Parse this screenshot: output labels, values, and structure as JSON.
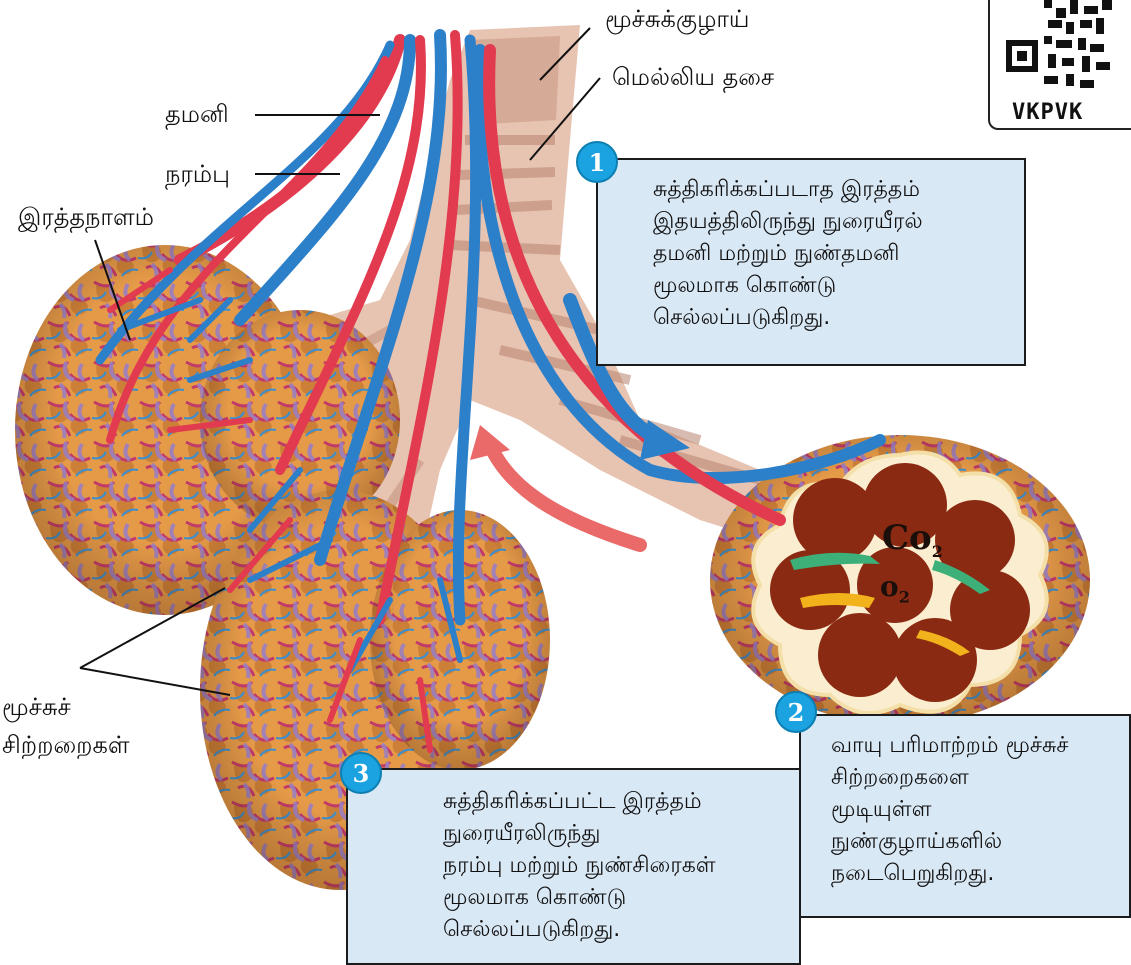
{
  "qr": {
    "code_text": "VKPVK"
  },
  "labels": {
    "trachea": "மூச்சுக்குழாய்",
    "smooth_muscle": "மெல்லிய தசை",
    "artery": "தமனி",
    "vein": "நரம்பு",
    "blood_vessel": "இரத்தநாளம்",
    "alveoli_line1": "மூச்சுச்",
    "alveoli_line2": "சிற்றறைகள்"
  },
  "steps": [
    {
      "number": "1",
      "lines": [
        "சுத்திகரிக்கப்படாத இரத்தம்",
        "இதயத்திலிருந்து நுரையீரல்",
        "தமனி மற்றும் நுண்தமனி",
        "மூலமாக கொண்டு",
        "செல்லப்படுகிறது."
      ]
    },
    {
      "number": "2",
      "lines": [
        "வாயு பரிமாற்றம் மூச்சுச்",
        "சிற்றறைகளை",
        "மூடியுள்ள",
        "நுண்குழாய்களில்",
        "நடைபெறுகிறது."
      ]
    },
    {
      "number": "3",
      "lines": [
        "சுத்திகரிக்கப்பட்ட இரத்தம்",
        "நுரையீரலிருந்து",
        "நரம்பு மற்றும் நுண்சிரைகள்",
        "மூலமாக கொண்டு",
        "செல்லப்படுகிறது."
      ]
    }
  ],
  "gases": {
    "co2_base": "Co",
    "co2_sub": "2",
    "o2_base": "o",
    "o2_sub": "2"
  },
  "colors": {
    "box_fill": "#d9e8f5",
    "badge": "#1aa3e0",
    "vein_blue": "#2c7fc9",
    "artery_red": "#e23a4e",
    "alveoli_orange": "#e9a14e",
    "alveoli_interior": "#8b2a12"
  }
}
